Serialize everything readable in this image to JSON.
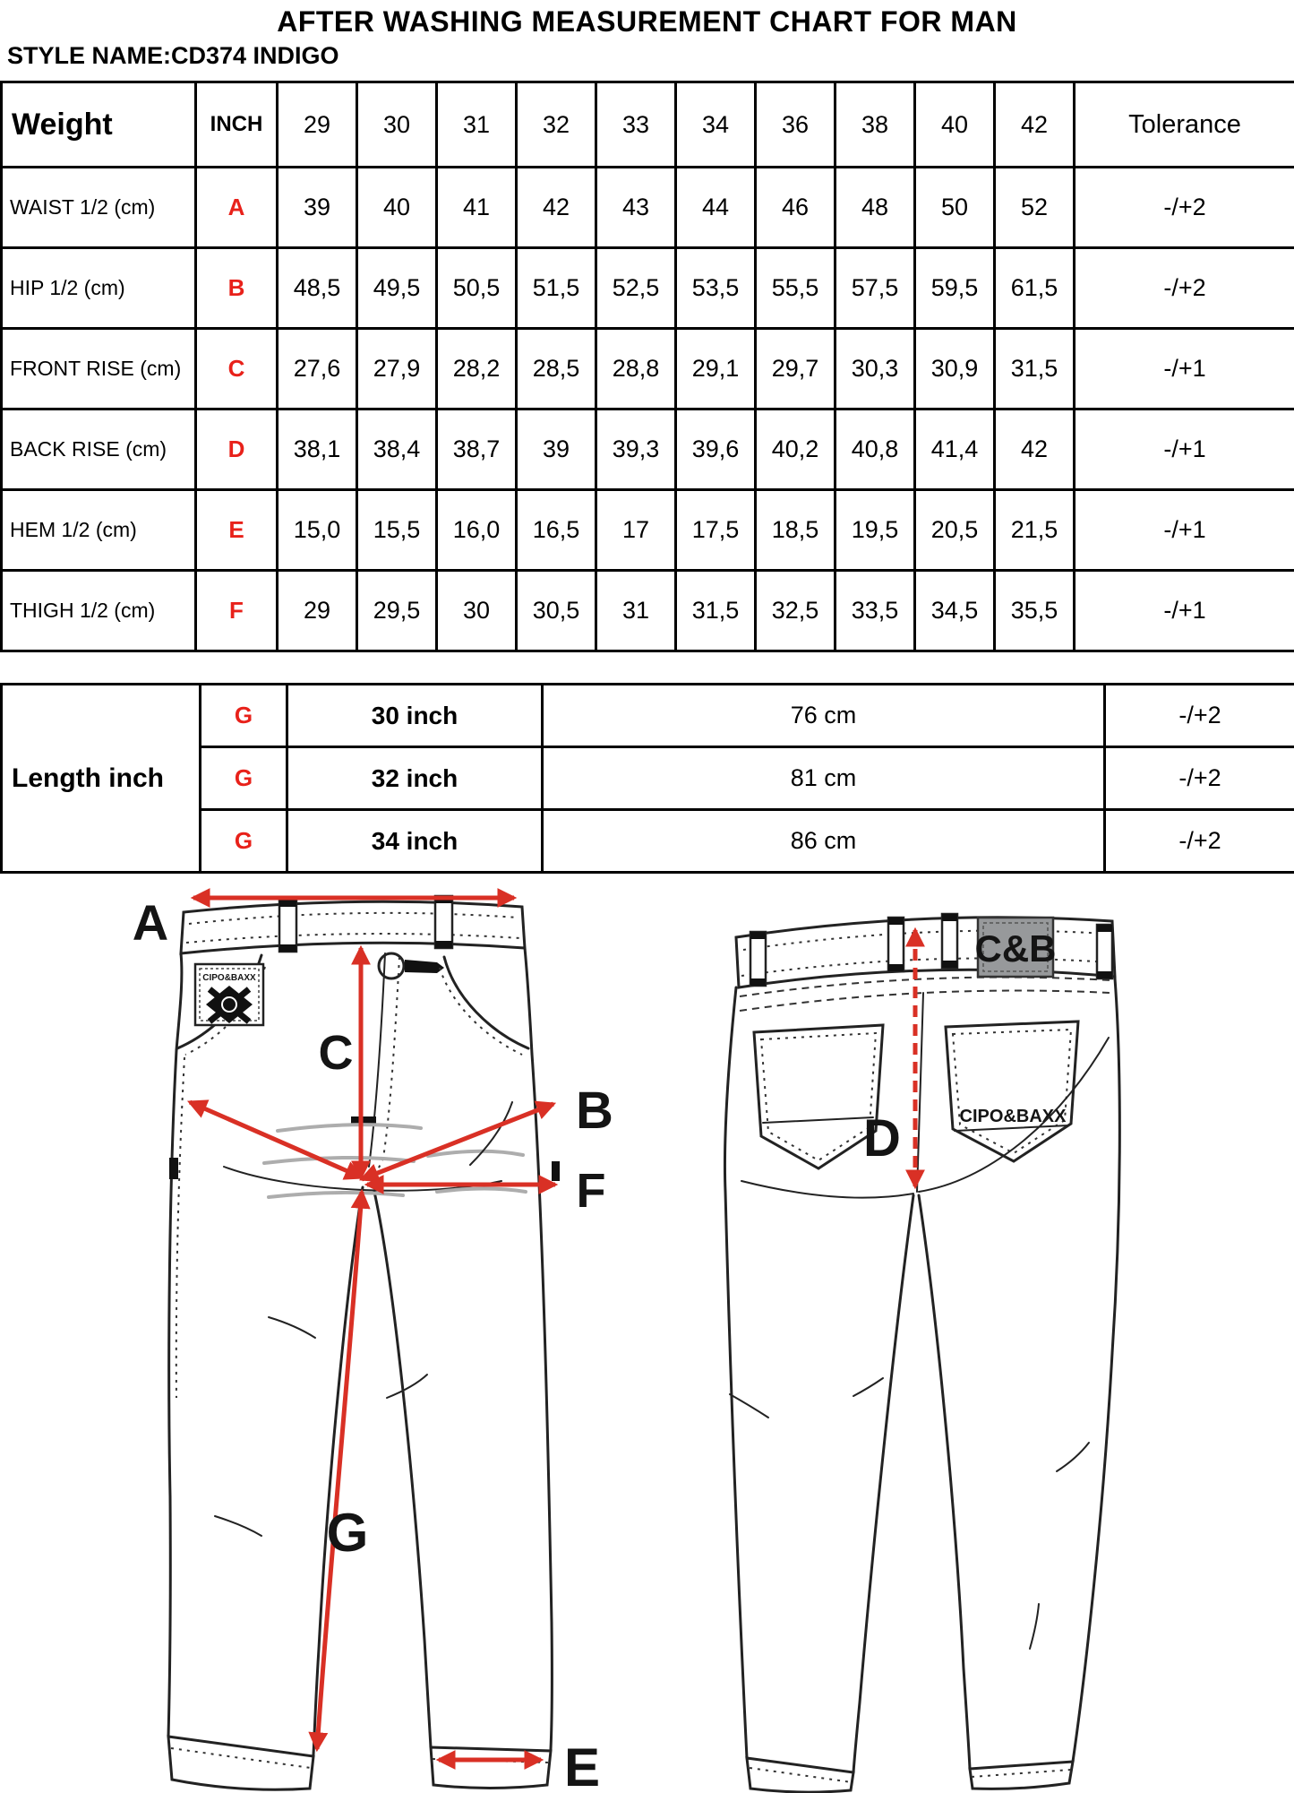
{
  "header": {
    "title": "AFTER WASHING MEASUREMENT CHART FOR MAN",
    "style_name": "STYLE NAME:CD374 INDIGO"
  },
  "size_table": {
    "corner_label": "Weight",
    "unit_label": "INCH",
    "sizes": [
      "29",
      "30",
      "31",
      "32",
      "33",
      "34",
      "36",
      "38",
      "40",
      "42"
    ],
    "tolerance_label": "Tolerance",
    "rows": [
      {
        "label": "WAIST 1/2 (cm)",
        "code": "A",
        "values": [
          "39",
          "40",
          "41",
          "42",
          "43",
          "44",
          "46",
          "48",
          "50",
          "52"
        ],
        "tolerance": "-/+2"
      },
      {
        "label": "HIP 1/2 (cm)",
        "code": "B",
        "values": [
          "48,5",
          "49,5",
          "50,5",
          "51,5",
          "52,5",
          "53,5",
          "55,5",
          "57,5",
          "59,5",
          "61,5"
        ],
        "tolerance": "-/+2"
      },
      {
        "label": "FRONT RISE (cm)",
        "code": "C",
        "values": [
          "27,6",
          "27,9",
          "28,2",
          "28,5",
          "28,8",
          "29,1",
          "29,7",
          "30,3",
          "30,9",
          "31,5"
        ],
        "tolerance": "-/+1"
      },
      {
        "label": "BACK RISE (cm)",
        "code": "D",
        "values": [
          "38,1",
          "38,4",
          "38,7",
          "39",
          "39,3",
          "39,6",
          "40,2",
          "40,8",
          "41,4",
          "42"
        ],
        "tolerance": "-/+1"
      },
      {
        "label": "HEM 1/2 (cm)",
        "code": "E",
        "values": [
          "15,0",
          "15,5",
          "16,0",
          "16,5",
          "17",
          "17,5",
          "18,5",
          "19,5",
          "20,5",
          "21,5"
        ],
        "tolerance": "-/+1"
      },
      {
        "label": "THIGH 1/2 (cm)",
        "code": "F",
        "values": [
          "29",
          "29,5",
          "30",
          "30,5",
          "31",
          "31,5",
          "32,5",
          "33,5",
          "34,5",
          "35,5"
        ],
        "tolerance": "-/+1"
      }
    ]
  },
  "length_table": {
    "label": "Length inch",
    "rows": [
      {
        "code": "G",
        "inch": "30 inch",
        "cm": "76 cm",
        "tolerance": "-/+2"
      },
      {
        "code": "G",
        "inch": "32 inch",
        "cm": "81 cm",
        "tolerance": "-/+2"
      },
      {
        "code": "G",
        "inch": "34 inch",
        "cm": "86 cm",
        "tolerance": "-/+2"
      }
    ]
  },
  "diagram": {
    "front": {
      "waist_label": "A",
      "front_rise_label": "C",
      "hip_label": "B",
      "thigh_label": "F",
      "inseam_label": "G",
      "hem_label": "E",
      "patch_text": "CIPO&BAXX"
    },
    "back": {
      "back_rise_label": "D",
      "patch_text": "C&B",
      "pocket_text": "CIPO&BAXX"
    }
  },
  "colors": {
    "code_red": "#e8211a",
    "arrow_red": "#d93025",
    "patch_gray": "#97999b",
    "patch_text_red": "#7b1d1d"
  }
}
